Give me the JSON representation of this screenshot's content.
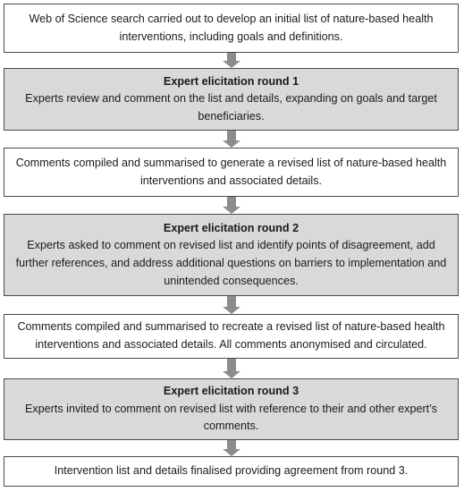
{
  "steps": [
    {
      "title": "",
      "text": "Web of Science search carried out to develop an initial  list of nature-based health interventions, including goals and definitions."
    },
    {
      "title": "Expert elicitation round 1",
      "text": "Experts review and comment on the list and details, expanding on goals and target beneficiaries."
    },
    {
      "title": "",
      "text": "Comments compiled and summarised to generate a revised list of nature-based health interventions and associated details."
    },
    {
      "title": "Expert elicitation round 2",
      "text": "Experts asked to comment on revised list and identify points of disagreement, add further references,  and address additional questions on barriers to implementation and unintended consequences."
    },
    {
      "title": "",
      "text": "Comments compiled and summarised to recreate a revised list of nature-based health interventions and associated details. All comments anonymised and circulated."
    },
    {
      "title": "Expert elicitation round 3",
      "text": "Experts invited to comment on revised list with reference to their and other expert’s comments."
    },
    {
      "title": "",
      "text": "Intervention list and details finalised providing agreement from round 3."
    }
  ]
}
